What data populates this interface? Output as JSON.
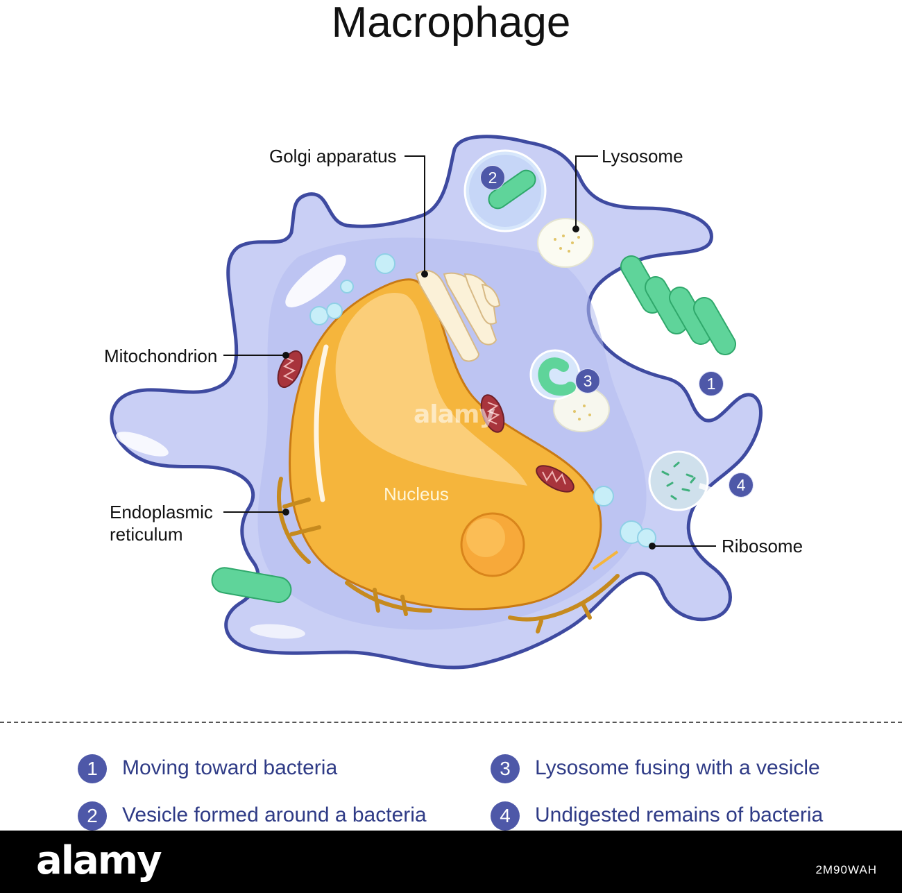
{
  "title": "Macrophage",
  "labels": {
    "golgi": "Golgi apparatus",
    "lysosome": "Lysosome",
    "mitochondrion": "Mitochondrion",
    "er_line1": "Endoplasmic",
    "er_line2": "reticulum",
    "ribosome": "Ribosome",
    "nucleus": "Nucleus"
  },
  "markers": [
    "1",
    "2",
    "3",
    "4"
  ],
  "legend": [
    {
      "num": "1",
      "text": "Moving toward bacteria"
    },
    {
      "num": "3",
      "text": "Lysosome fusing with a vesicle"
    },
    {
      "num": "2",
      "text": "Vesicle formed around a bacteria"
    },
    {
      "num": "4",
      "text": "Undigested remains of bacteria"
    }
  ],
  "footer": {
    "brand": "alamy",
    "stock_id": "2M90WAH",
    "watermark": "alamy"
  },
  "colors": {
    "cytoplasm": "#c9cff5",
    "membrane": "#3e4aa0",
    "nucleus": "#f5b53c",
    "bacteria": "#5fd49a",
    "mitochondrion": "#a8343c",
    "er": "#c68a1e",
    "legend_badge": "#4e58a8",
    "legend_text": "#2f3b86"
  }
}
